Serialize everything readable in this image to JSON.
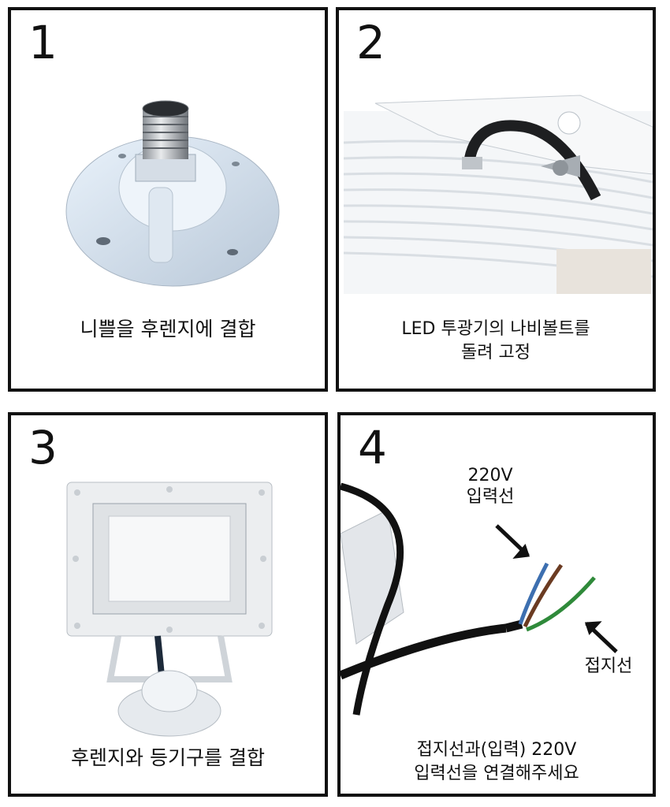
{
  "steps": [
    {
      "number": "1",
      "caption": "니쁠을 후렌지에 결합"
    },
    {
      "number": "2",
      "caption_line1": "LED 투광기의 나비볼트를",
      "caption_line2": "돌려 고정"
    },
    {
      "number": "3",
      "caption": "후렌지와 등기구를 결합"
    },
    {
      "number": "4",
      "caption_line1": "접지선과(입력) 220V",
      "caption_line2": "입력선을 연결해주세요",
      "label_input_line1": "220V",
      "label_input_line2": "입력선",
      "label_ground": "접지선"
    }
  ],
  "colors": {
    "border": "#111111",
    "fixture_white": "#f1f3f5",
    "wire_brown": "#6b3b22",
    "wire_blue": "#3d6fb0",
    "wire_green": "#2f8a3a"
  }
}
